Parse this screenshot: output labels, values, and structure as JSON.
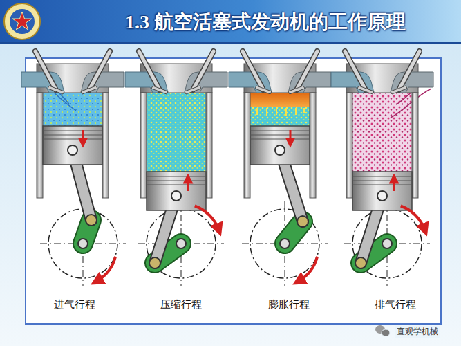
{
  "diagram": {
    "title": "1.3 航空活塞式发动机的工作原理",
    "labels": [
      "进气行程",
      "压缩行程",
      "膨胀行程",
      "排气行程",
      "直观学机械"
    ]
  }
}
